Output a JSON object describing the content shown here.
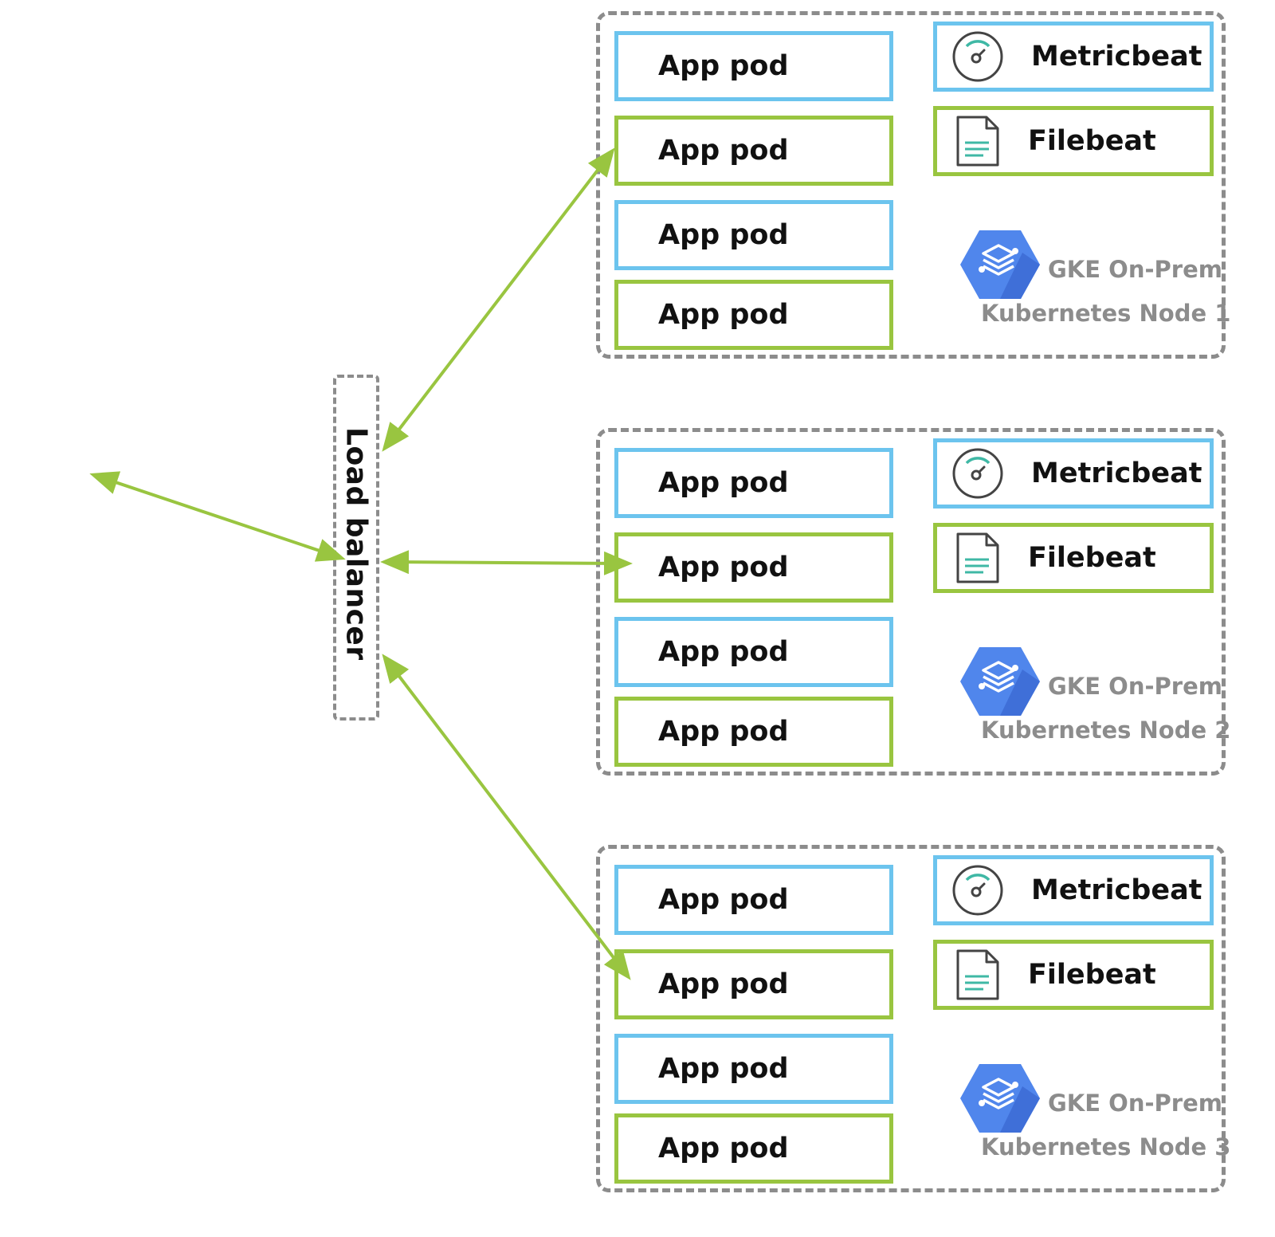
{
  "load_balancer": {
    "label": "Load balancer"
  },
  "pod_label": "App pod",
  "nodes": [
    {
      "pods": [
        "App pod",
        "App pod",
        "App pod",
        "App pod"
      ],
      "metricbeat": "Metricbeat",
      "filebeat": "Filebeat",
      "platform": "GKE On-Prem",
      "name": "Kubernetes Node 1"
    },
    {
      "pods": [
        "App pod",
        "App pod",
        "App pod",
        "App pod"
      ],
      "metricbeat": "Metricbeat",
      "filebeat": "Filebeat",
      "platform": "GKE On-Prem",
      "name": "Kubernetes Node 2"
    },
    {
      "pods": [
        "App pod",
        "App pod",
        "App pod",
        "App pod"
      ],
      "metricbeat": "Metricbeat",
      "filebeat": "Filebeat",
      "platform": "GKE On-Prem",
      "name": "Kubernetes Node 3"
    }
  ],
  "icons": {
    "metricbeat": "gauge-icon",
    "filebeat": "document-icon",
    "platform": "gke-hexagon-icon"
  },
  "colors": {
    "arrow": "#99c540",
    "pod_blue": "#6cc4ee",
    "pod_green": "#99c540",
    "dashed_border": "#8c8c8c",
    "gke_blue": "#5086ec",
    "label_gray": "#8c8c8c"
  }
}
